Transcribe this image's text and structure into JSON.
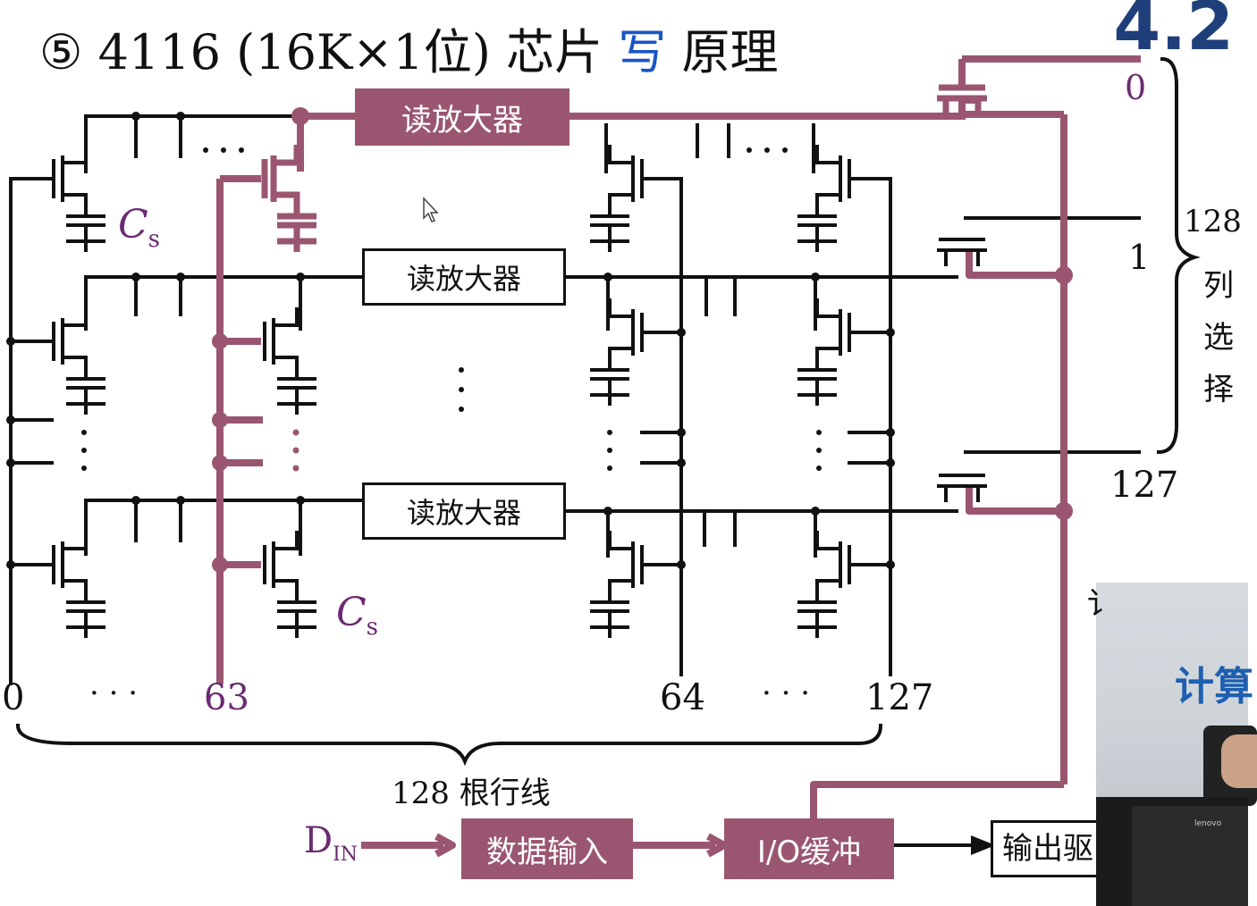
{
  "title": {
    "prefix": "⑤ 4116 (16K×1位) 芯片",
    "highlight": "写",
    "suffix": "原理"
  },
  "section_number": "4.2",
  "sense_amp_label": "读放大器",
  "cs_label": "C",
  "cs_subscript": "s",
  "column_labels": {
    "c0": "0",
    "c63": "63",
    "c64": "64",
    "c127": "127",
    "ellipsis": "· · ·"
  },
  "row_bracket_label": "128 根行线",
  "col_select": {
    "top_index": "0",
    "second_index": "1",
    "bottom_index": "127",
    "count": "128",
    "c1": "列",
    "c2": "选",
    "c3": "择"
  },
  "din_label": "D",
  "din_subscript": "IN",
  "data_input_label": "数据输入",
  "io_buffer_label": "I/O缓冲",
  "output_driver_label": "输出驱",
  "video_partial_char": "讠",
  "video_wall_text": "计算",
  "video_brand": "lenovo",
  "colors": {
    "highlight_path": "#9a5670",
    "title_blue": "#1a56c4",
    "section_blue": "#1e3f7a",
    "label_purple": "#6b2a72"
  }
}
